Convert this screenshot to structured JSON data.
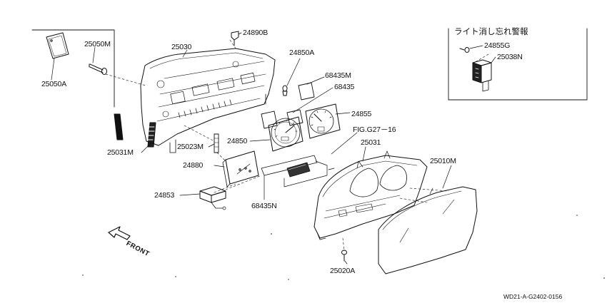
{
  "inset": {
    "title": "ライト消し忘れ警報",
    "parts": [
      "24855G",
      "25038N"
    ]
  },
  "part_labels": {
    "p25050M": "25050M",
    "p25050A": "25050A",
    "p25030": "25030",
    "p24890B": "24890B",
    "p24850A": "24850A",
    "p68435M": "68435M",
    "p68435": "68435",
    "p24855": "24855",
    "pFIG": "FIG.G27－16",
    "p25031": "25031",
    "p25010M": "25010M",
    "p25031M": "25031M",
    "p25023M": "25023M",
    "p24850": "24850",
    "p24880": "24880",
    "p24853": "24853",
    "p68435N": "68435N",
    "p25020A": "25020A"
  },
  "front_label": "FRONT",
  "drawing_code": "WD21-A-G2402-0156"
}
